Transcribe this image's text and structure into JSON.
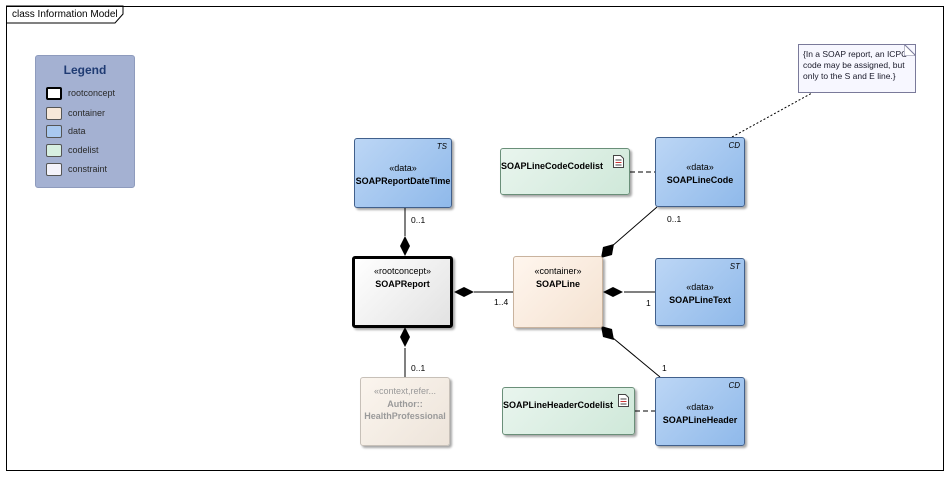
{
  "frame": {
    "title": "class Information Model"
  },
  "legend": {
    "title": "Legend",
    "items": [
      {
        "label": "rootconcept",
        "color": "#ffffff"
      },
      {
        "label": "container",
        "color": "#f7e8d9"
      },
      {
        "label": "data",
        "color": "#a9c9f0"
      },
      {
        "label": "codelist",
        "color": "#d7efe1"
      },
      {
        "label": "constraint",
        "color": "#f4f3fb"
      }
    ]
  },
  "boxes": {
    "soap_report_datetime": {
      "tag": "TS",
      "stereotype": "«data»",
      "name": "SOAPReportDateTime"
    },
    "soap_report": {
      "stereotype": "«rootconcept»",
      "name": "SOAPReport"
    },
    "author": {
      "stereotype": "«context,refer...",
      "name_line1": "Author::",
      "name_line2": "HealthProfessional"
    },
    "soap_line": {
      "stereotype": "«container»",
      "name": "SOAPLine"
    },
    "soap_line_code": {
      "tag": "CD",
      "stereotype": "«data»",
      "name": "SOAPLineCode"
    },
    "soap_line_text": {
      "tag": "ST",
      "stereotype": "«data»",
      "name": "SOAPLineText"
    },
    "soap_line_header": {
      "tag": "CD",
      "stereotype": "«data»",
      "name": "SOAPLineHeader"
    },
    "soap_line_code_codelist": {
      "name": "SOAPLineCodeCodelist"
    },
    "soap_line_header_codelist": {
      "name": "SOAPLineHeaderCodelist"
    }
  },
  "note": {
    "text": "{In a SOAP report, an ICPC code may be assigned, but only to the S and E line.}"
  },
  "multiplicities": {
    "datetime": "0..1",
    "author": "0..1",
    "soapline": "1..4",
    "code": "0..1",
    "text": "1",
    "header": "1"
  }
}
